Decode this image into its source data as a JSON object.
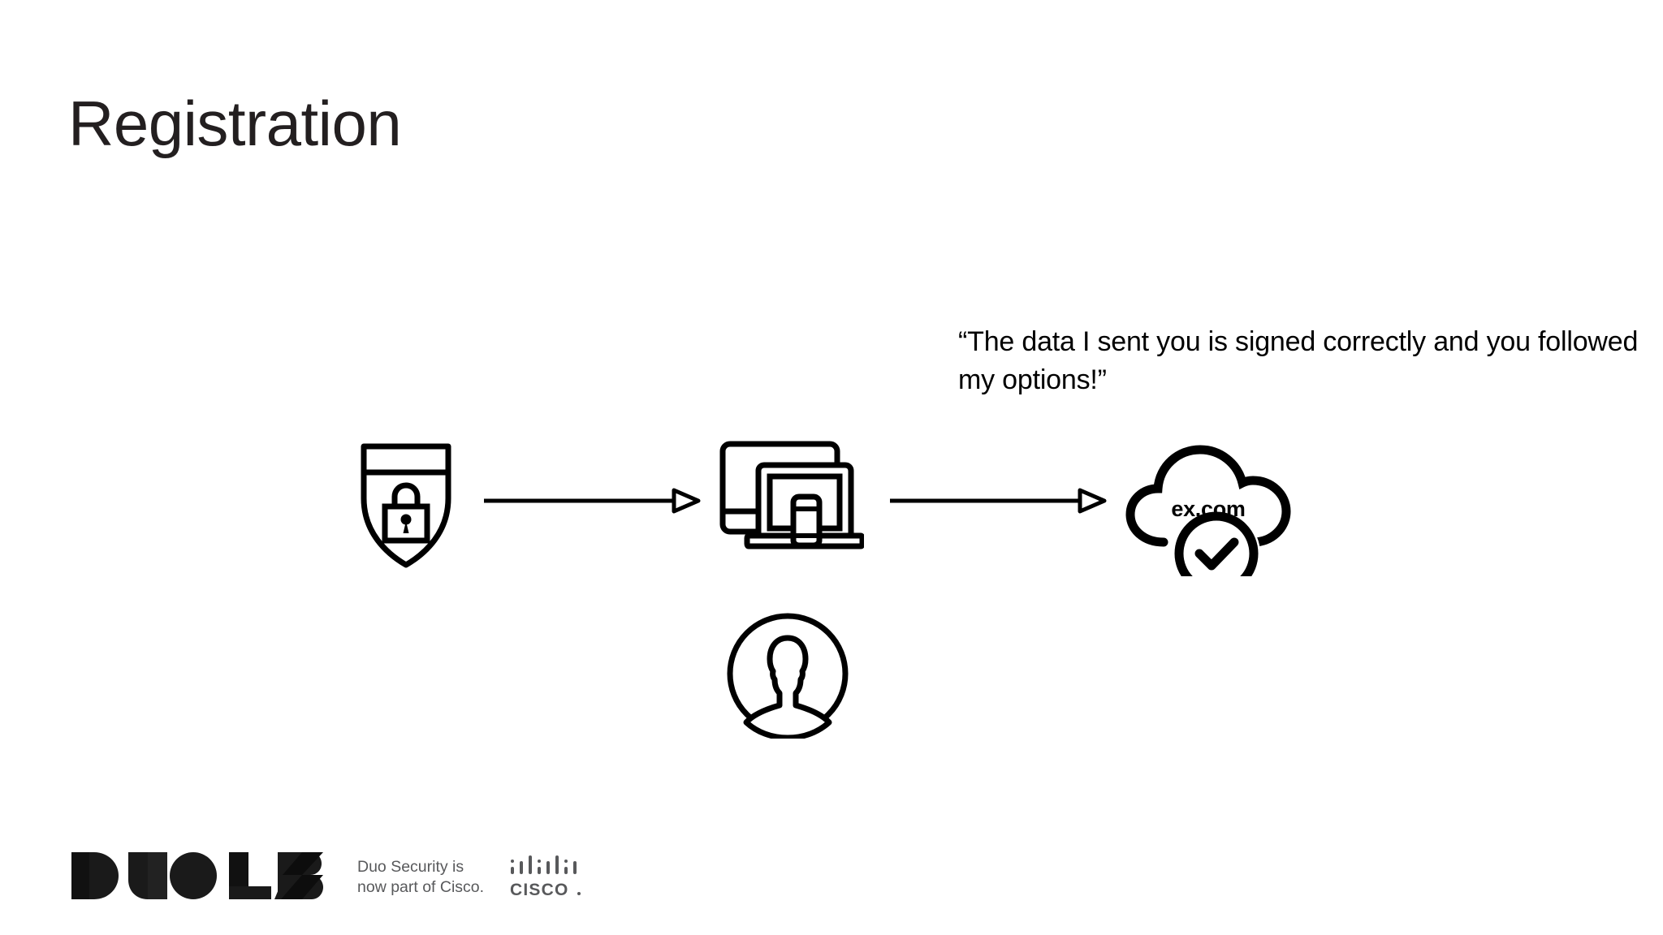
{
  "slide": {
    "title": "Registration",
    "background_color": "#ffffff",
    "title_color": "#231f20",
    "ink_color": "#000000"
  },
  "callout": {
    "text": "“The data I sent you is signed correctly and you followed my options!”"
  },
  "diagram": {
    "type": "flow",
    "nodes": [
      {
        "id": "authenticator",
        "icon": "shield-lock-icon",
        "label": ""
      },
      {
        "id": "client",
        "icon": "devices-icon",
        "label": ""
      },
      {
        "id": "relying-party",
        "icon": "cloud-check-icon",
        "label": "ex.com"
      },
      {
        "id": "user",
        "icon": "user-avatar-icon",
        "label": ""
      }
    ],
    "arrows": [
      {
        "from": "authenticator",
        "to": "client"
      },
      {
        "from": "client",
        "to": "relying-party"
      }
    ],
    "cloud_label": "ex.com"
  },
  "footer": {
    "duo_labs_wordmark": "DUO LABS",
    "cisco_tagline": "Duo Security is\nnow part of Cisco.",
    "cisco_wordmark": "CISCO",
    "tagline_color": "#58595b"
  }
}
